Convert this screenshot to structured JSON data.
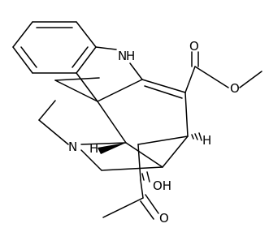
{
  "structure": {
    "atom_labels": {
      "nh": "N",
      "h_on_n": "H",
      "n_amine": "N",
      "h_junction": "H",
      "h_center": "H",
      "ester_o_carbonyl": "O",
      "ester_o_ether": "O",
      "ketone_o": "O",
      "hydroxyl": "OH"
    }
  },
  "colors": {
    "ink": "#000000",
    "background": "#ffffff"
  }
}
